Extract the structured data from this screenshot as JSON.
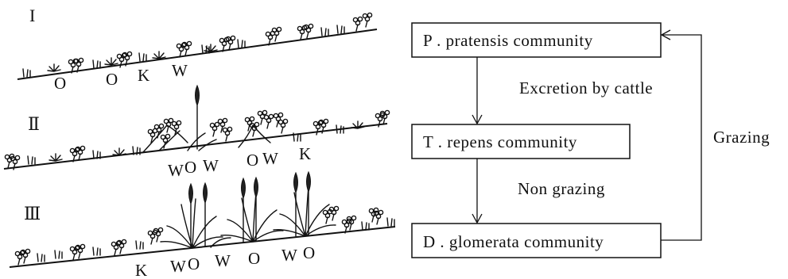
{
  "panels": [
    {
      "numeral": "I",
      "letters": [
        "O",
        "O",
        "K",
        "W"
      ]
    },
    {
      "numeral": "Ⅱ",
      "letters": [
        "W",
        "O",
        "W",
        "O",
        "W",
        "K"
      ]
    },
    {
      "numeral": "Ⅲ",
      "letters": [
        "K",
        "W",
        "O",
        "W",
        "O",
        "W",
        "O"
      ]
    }
  ],
  "flow": {
    "boxes": [
      {
        "label": "P . pratensis community"
      },
      {
        "label": "T . repens community"
      },
      {
        "label": "D . glomerata community"
      }
    ],
    "arrows": [
      {
        "label": "Excretion by cattle"
      },
      {
        "label": "Non grazing"
      },
      {
        "label": "Grazing"
      }
    ]
  }
}
